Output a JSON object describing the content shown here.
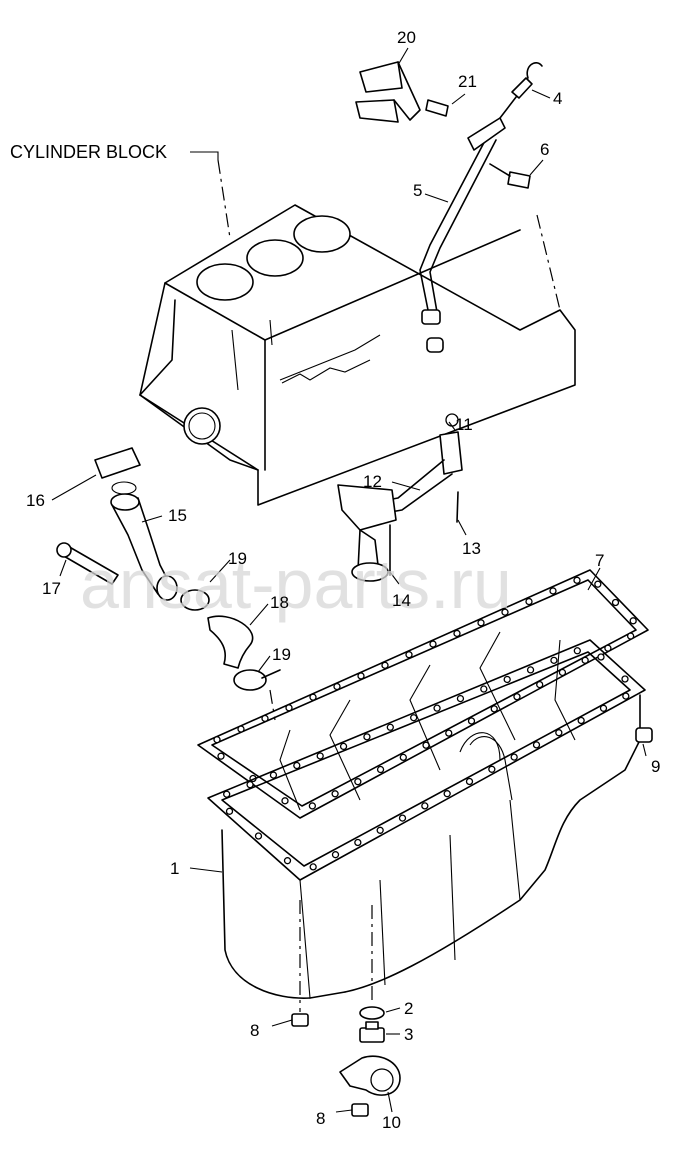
{
  "watermark": "ansat-parts.ru",
  "assembly_label": "CYLINDER BLOCK",
  "callouts": {
    "p1": "1",
    "p2": "2",
    "p3": "3",
    "p4": "4",
    "p5": "5",
    "p6": "6",
    "p7": "7",
    "p8a": "8",
    "p8b": "8",
    "p9": "9",
    "p10": "10",
    "p11": "11",
    "p12": "12",
    "p13": "13",
    "p14": "14",
    "p15": "15",
    "p16": "16",
    "p17": "17",
    "p18": "18",
    "p19a": "19",
    "p19b": "19",
    "p20": "20",
    "p21": "21"
  }
}
